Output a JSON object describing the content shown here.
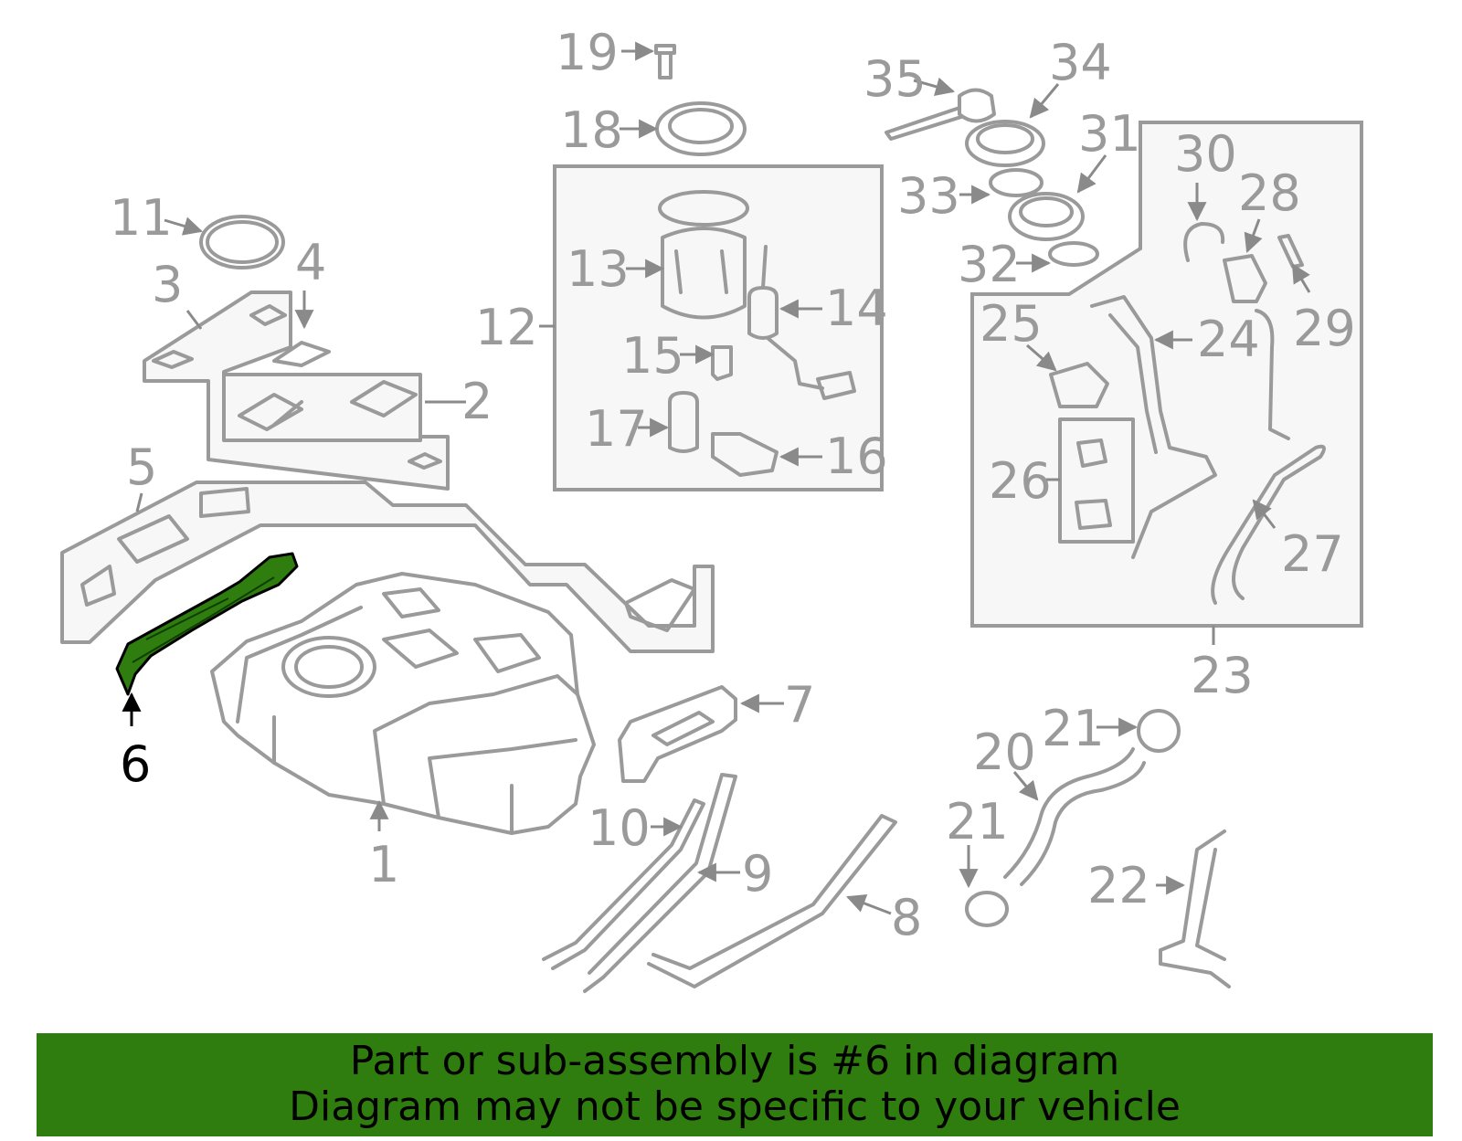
{
  "diagram": {
    "highlight_part": "6",
    "colors": {
      "highlight": "#2e7d0e",
      "line": "#9a9a9a",
      "banner": "#2e7d0e"
    },
    "callouts": [
      "1",
      "2",
      "3",
      "4",
      "5",
      "6",
      "7",
      "8",
      "9",
      "10",
      "11",
      "12",
      "13",
      "14",
      "15",
      "16",
      "17",
      "18",
      "19",
      "20",
      "21",
      "21",
      "22",
      "23",
      "24",
      "25",
      "26",
      "27",
      "28",
      "29",
      "30",
      "31",
      "32",
      "33",
      "34",
      "35"
    ]
  },
  "banner": {
    "line1": "Part or sub-assembly is #6 in diagram",
    "line2": "Diagram may not be specific to your vehicle"
  }
}
